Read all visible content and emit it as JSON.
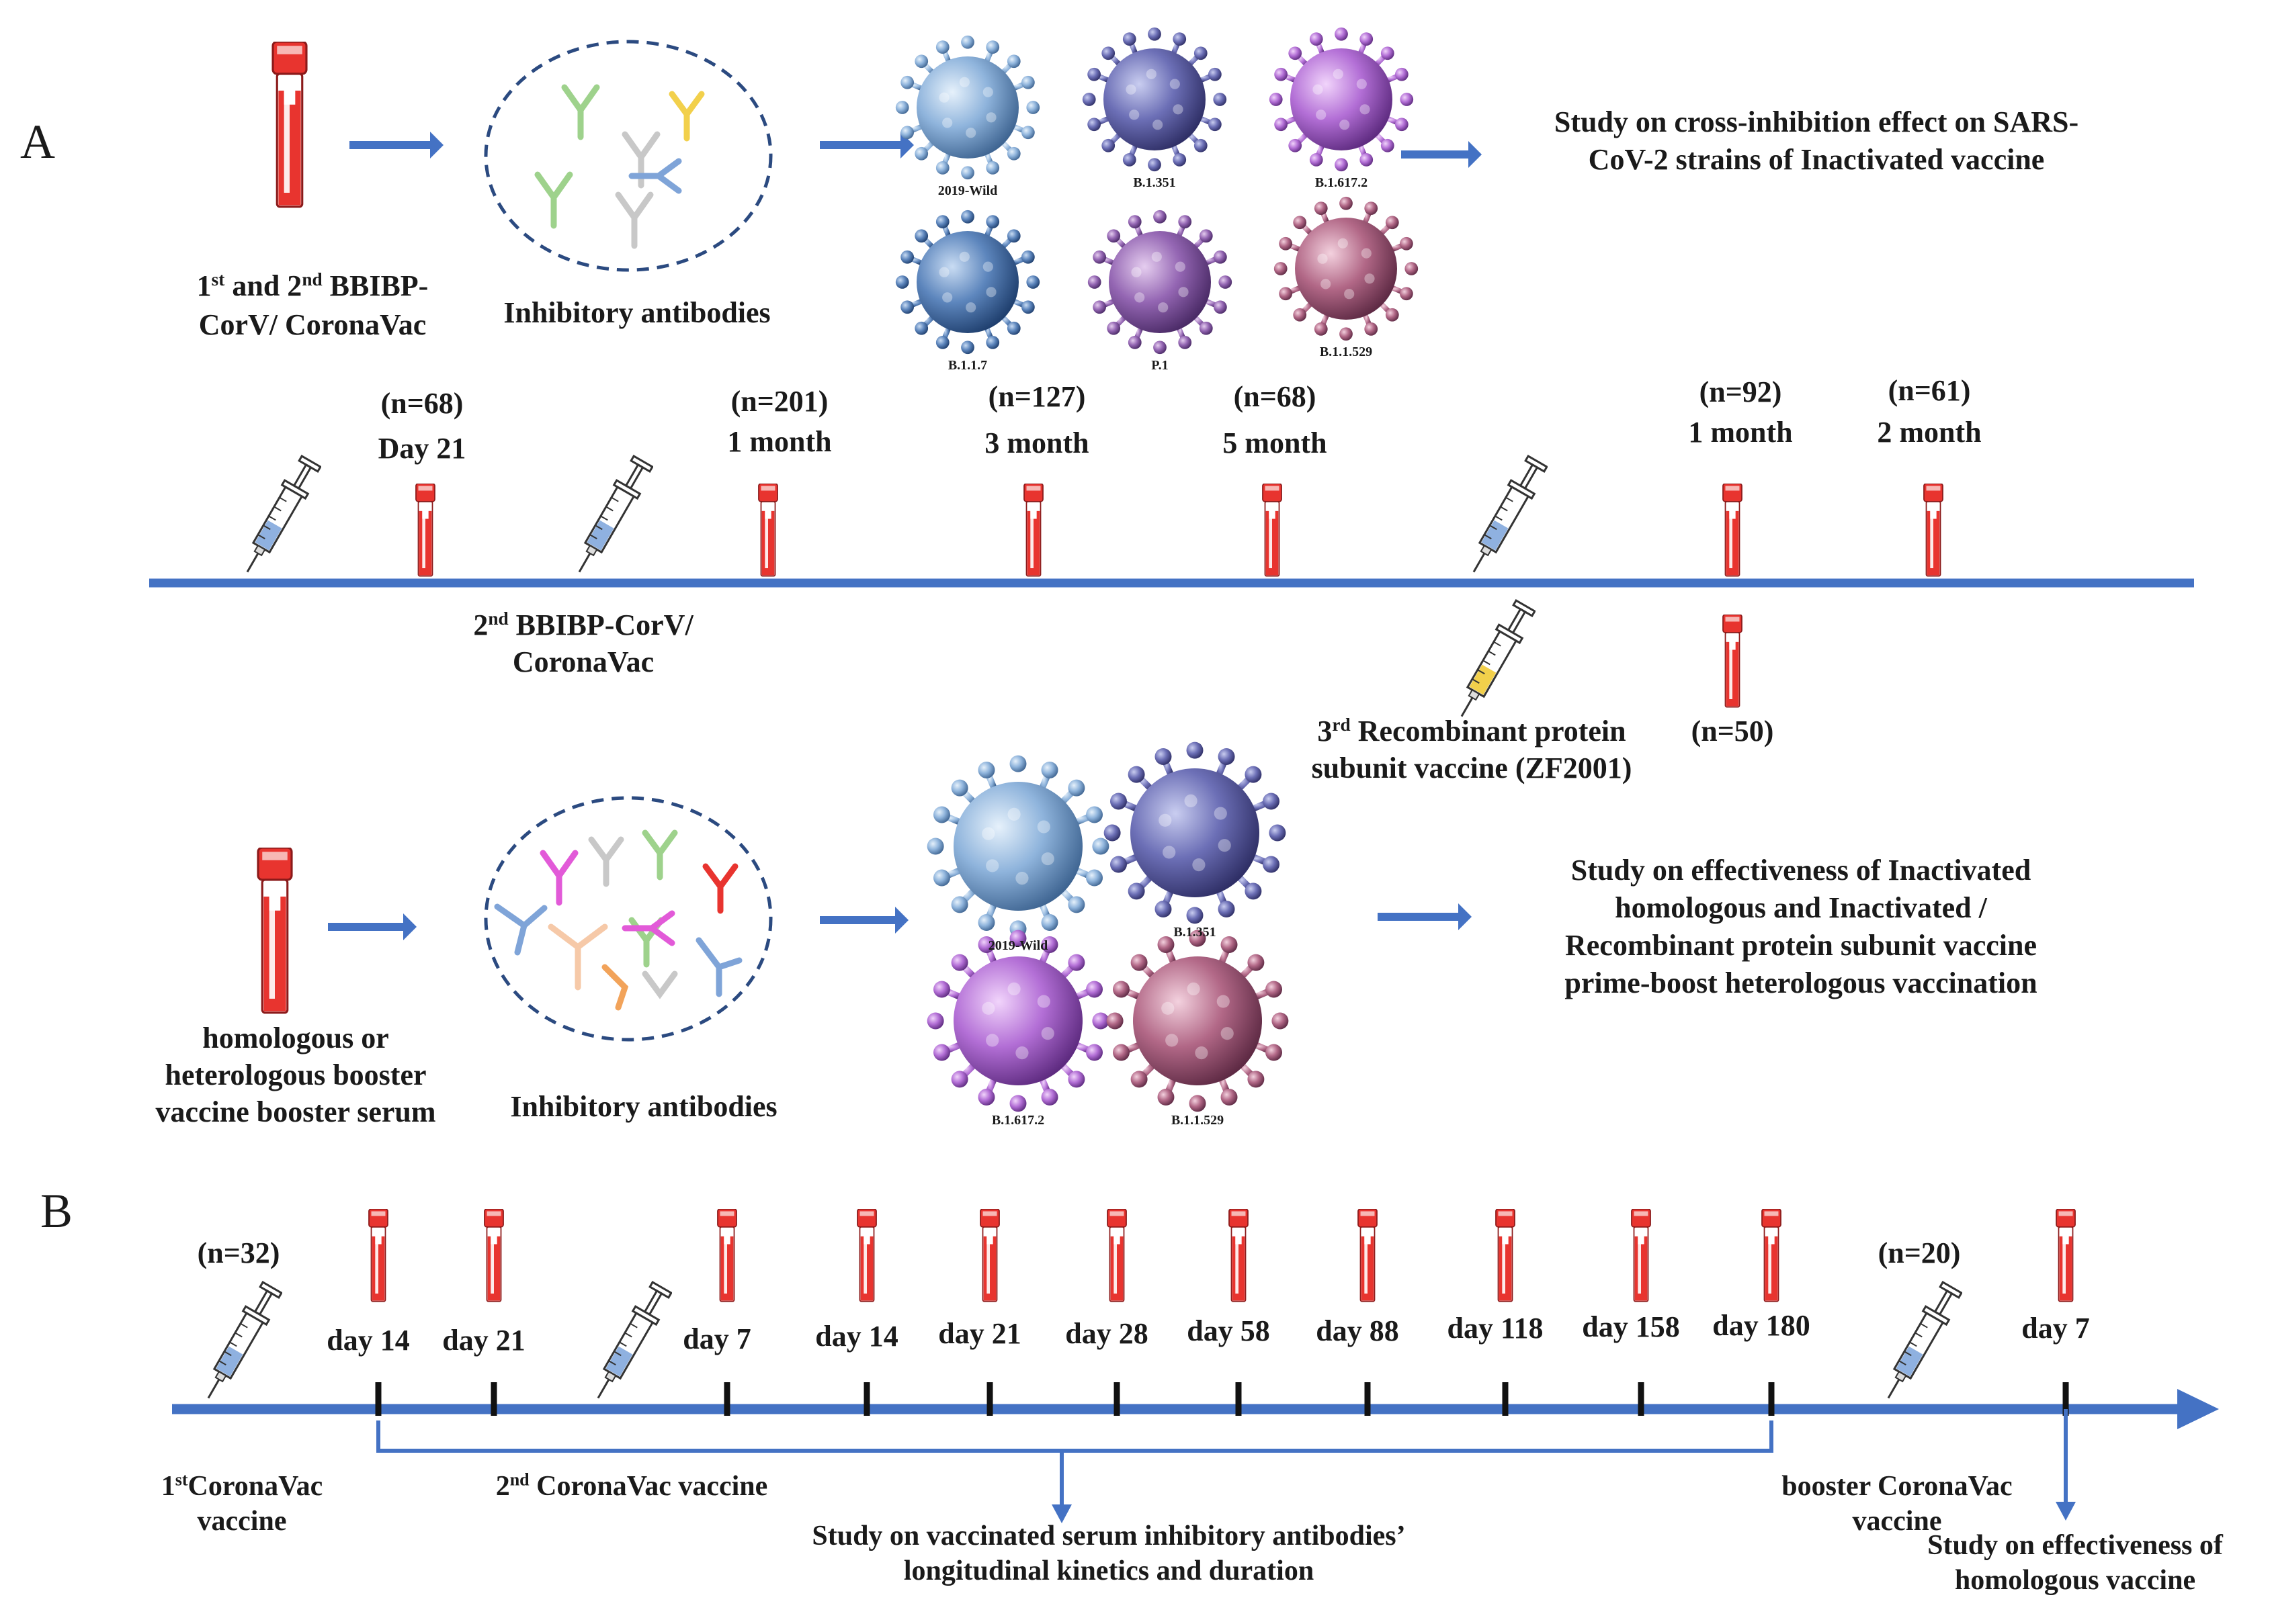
{
  "panel_a": {
    "label": "A",
    "top_row": {
      "serum_label_line1_pre": "1",
      "serum_label_line1_sup1": "st",
      "serum_label_line1_mid": " and 2",
      "serum_label_line1_sup2": "nd",
      "serum_label_line1_post": " BBIBP-",
      "serum_label_line2": "CorV/ CoronaVac",
      "antibody_label": "Inhibitory antibodies",
      "strains": [
        "2019-Wild",
        "B.1.351",
        "B.1.617.2",
        "B.1.1.7",
        "P.1",
        "B.1.1.529"
      ],
      "study_line1": "Study on cross-inhibition effect on SARS-",
      "study_line2": "CoV-2 strains of Inactivated vaccine"
    },
    "timeline": {
      "points": [
        {
          "n": "(n=68)",
          "time": "Day 21"
        },
        {
          "n": "(n=201)",
          "time": "1 month"
        },
        {
          "n": "(n=127)",
          "time": "3 month"
        },
        {
          "n": "(n=68)",
          "time": "5 month"
        },
        {
          "n": "(n=92)",
          "time": "1 month"
        },
        {
          "n": "(n=61)",
          "time": "2 month"
        }
      ],
      "second_dose_pre": "2",
      "second_dose_sup": "nd",
      "second_dose_post": " BBIBP-CorV/",
      "second_dose_line2": "CoronaVac",
      "third_dose_pre": "3",
      "third_dose_sup": "rd",
      "third_dose_post": " Recombinant protein",
      "third_dose_line2": "subunit vaccine (ZF2001)",
      "third_dose_n": "(n=50)"
    },
    "bottom_row": {
      "serum_line1": "homologous or",
      "serum_line2": "heterologous booster",
      "serum_line3": "vaccine booster serum",
      "antibody_label": "Inhibitory antibodies",
      "strains": [
        "2019-Wild",
        "B.1.351",
        "B.1.617.2",
        "B.1.1.529"
      ],
      "study_line1": "Study on effectiveness of Inactivated",
      "study_line2": "homologous and Inactivated /",
      "study_line3": "Recombinant protein subunit vaccine",
      "study_line4": "prime-boost heterologous vaccination"
    }
  },
  "panel_b": {
    "label": "B",
    "first_n": "(n=32)",
    "days_first": [
      "day 14",
      "day 21"
    ],
    "days_second": [
      "day 7",
      "day 14",
      "day 21",
      "day 28",
      "day 58",
      "day 88",
      "day 118",
      "day 158",
      "day 180"
    ],
    "booster_n": "(n=20)",
    "booster_day": "day 7",
    "first_vaccine_pre": "1",
    "first_vaccine_sup": "st",
    "first_vaccine_post": "CoronaVac",
    "first_vaccine_line2": "vaccine",
    "second_vaccine_pre": "2",
    "second_vaccine_sup": "nd",
    "second_vaccine_post": " CoronaVac  vaccine",
    "booster_line1": "booster CoronaVac",
    "booster_line2": "vaccine",
    "study_kinetics_line1": "Study on vaccinated serum inhibitory antibodies’",
    "study_kinetics_line2": "longitudinal  kinetics  and duration",
    "study_homologous_line1": "Study on effectiveness  of",
    "study_homologous_line2": "homologous vaccine"
  },
  "colors": {
    "arrow_blue": "#4472c4",
    "tube_red": "#e8342f",
    "syringe_blue": "#8fb1e0",
    "syringe_yellow": "#f2d04b",
    "dash_navy": "#2b4a80"
  }
}
